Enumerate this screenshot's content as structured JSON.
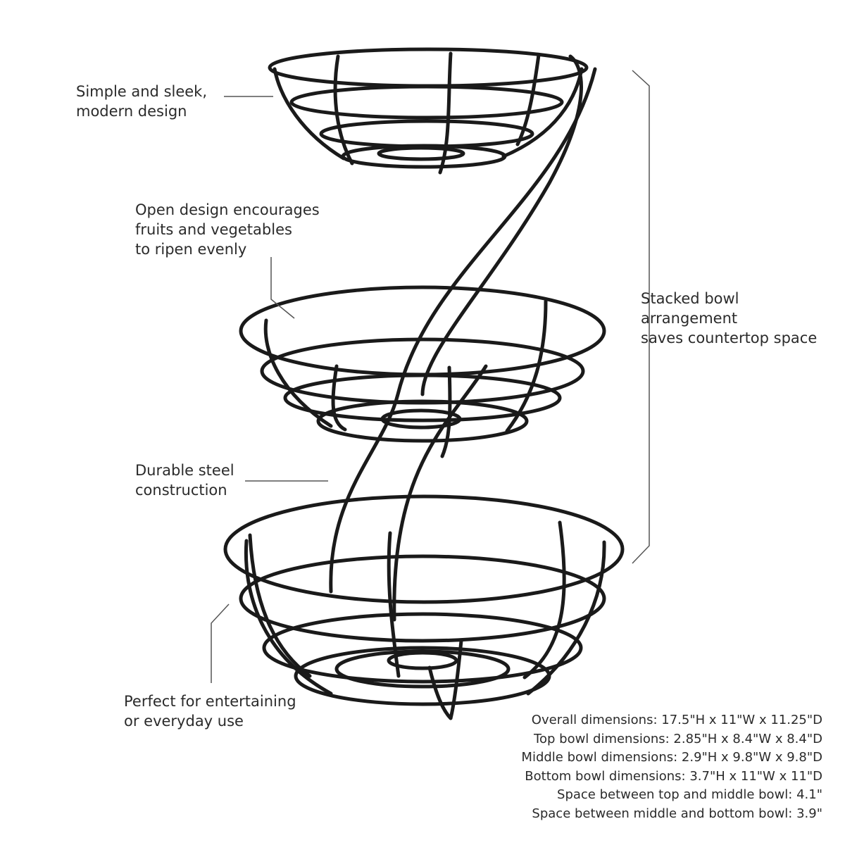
{
  "callouts": {
    "top": [
      "Simple and sleek,",
      "modern design"
    ],
    "open": [
      "Open design encourages",
      "fruits and vegetables",
      "to ripen evenly"
    ],
    "steel": [
      "Durable steel",
      "construction"
    ],
    "use": [
      "Perfect for entertaining",
      "or everyday use"
    ],
    "stacked": [
      "Stacked bowl",
      "arrangement",
      "saves countertop space"
    ]
  },
  "dimensions": [
    "Overall dimensions: 17.5\"H x 11\"W x 11.25\"D",
    "Top bowl dimensions: 2.85\"H x 8.4\"W x 8.4\"D",
    "Middle bowl dimensions: 2.9\"H x 9.8\"W x 9.8\"D",
    "Bottom bowl dimensions: 3.7\"H x 11\"W x 11\"D",
    "Space between top and middle bowl: 4.1\"",
    "Space between middle and bottom bowl: 3.9\""
  ],
  "colors": {
    "wire": "#1a1a1a",
    "leader_line": "#555555",
    "text": "#2b2b2b"
  }
}
